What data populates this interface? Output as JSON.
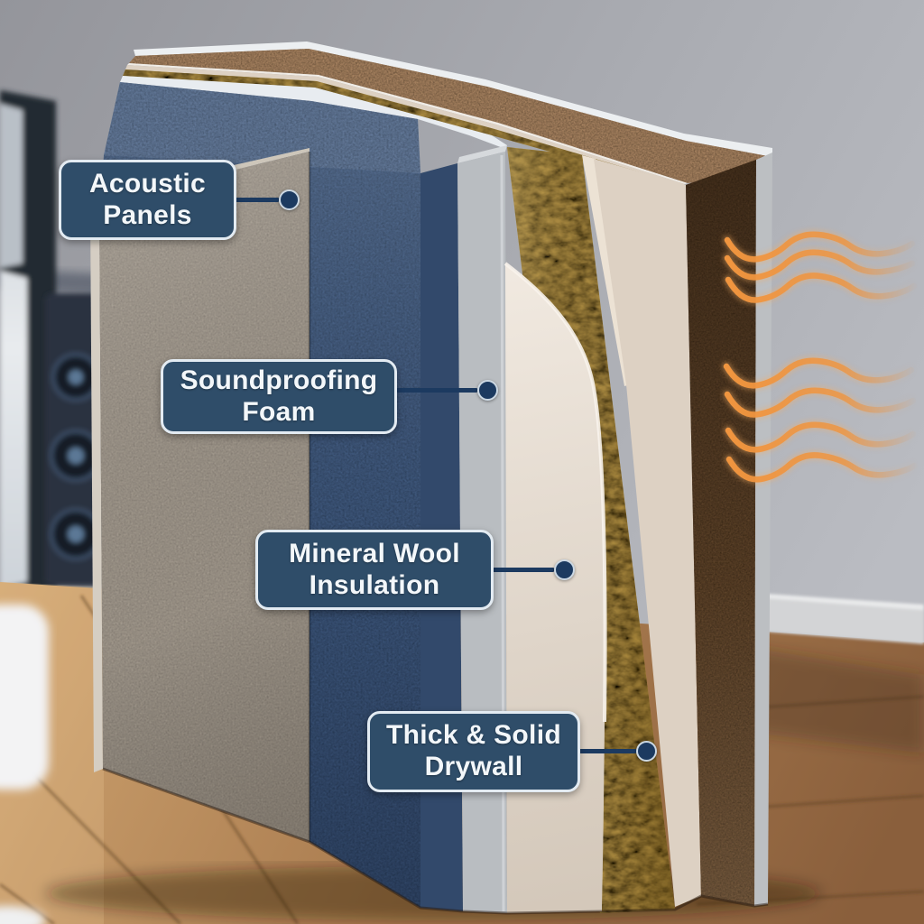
{
  "callouts": [
    {
      "id": "acoustic-panels",
      "text": "Acoustic\nPanels"
    },
    {
      "id": "soundproofing-foam",
      "text": "Soundproofing\nFoam"
    },
    {
      "id": "mineral-wool-insulation",
      "text": "Mineral Wool\nInsulation"
    },
    {
      "id": "thick-solid-drywall",
      "text": "Thick & Solid\nDrywall"
    }
  ],
  "layers": [
    "Acoustic Panels",
    "Soundproofing Foam",
    "Mineral Wool Insulation",
    "Thick & Solid Drywall"
  ],
  "icons": {
    "sound_waves": "wavy-lines"
  },
  "colors": {
    "callout_bg": "#2f4d69",
    "callout_border": "#e3ebf2",
    "callout_text": "#f3f7fa",
    "connector": "#1c3a60",
    "acoustic_panel": "#b5ab9e",
    "panel_edge": "#d5cec3",
    "foam_top": "#7189ad",
    "foam_face": "#4a6690",
    "foam_edge": "#32496b",
    "channel_gray": "#b9bdc1",
    "mineral_wool": "#d2ab53",
    "drywall_sheet": "#ece2d6",
    "drywall_panel": "#ddd1c3",
    "fiberboard_top": "#c49a72",
    "fiberboard_face": "#775639",
    "outer_strip": "#bcbfc2",
    "sound_wave": "#f0953f",
    "floor_light": "#cfa470",
    "floor_dark": "#8a5f3c",
    "background_wall": "#a9abb1"
  }
}
